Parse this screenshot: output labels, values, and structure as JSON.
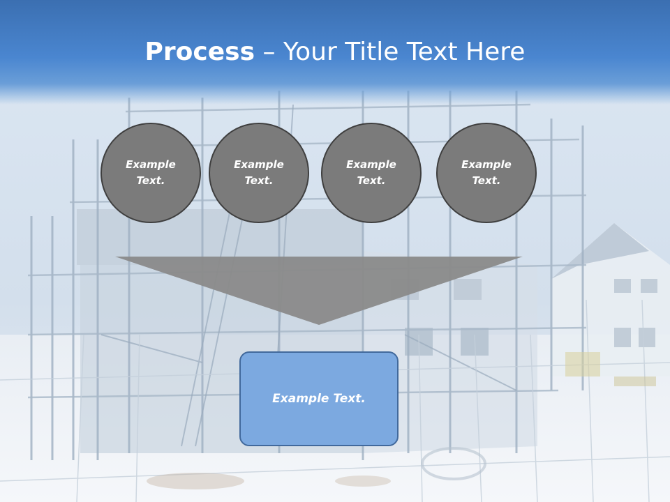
{
  "slide": {
    "title_bold": "Process",
    "title_rest": " – Your Title Text Here",
    "circles": [
      {
        "line1": "Example",
        "line2": "Text."
      },
      {
        "line1": "Example",
        "line2": "Text."
      },
      {
        "line1": "Example",
        "line2": "Text."
      },
      {
        "line1": "Example",
        "line2": "Text."
      }
    ],
    "result_text": "Example Text."
  },
  "colors": {
    "title_bar": "#4a86d0",
    "circle_fill": "#7b7b7b",
    "circle_border": "#3f3f3f",
    "funnel_fill": "#8a8a8a",
    "result_fill": "#7ca9e0",
    "result_border": "#41699c"
  }
}
